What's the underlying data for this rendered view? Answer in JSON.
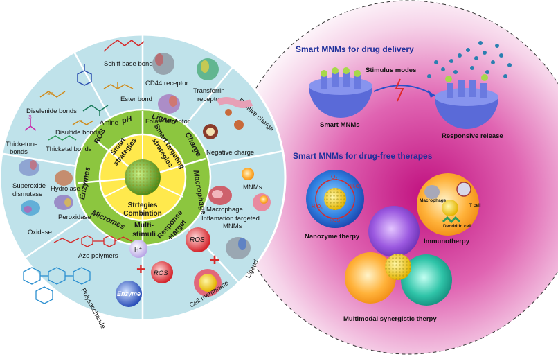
{
  "headers": {
    "drug_delivery": "Smart MNMs for drug delivery",
    "drug_free": "Smart MNMs for drug-free therapes"
  },
  "delivery": {
    "stimulus": "Stimulus modes",
    "smart_mnms": "Smart MNMs",
    "release": "Responsive release"
  },
  "therapies": {
    "nanozyme": "Nanozyme therpy",
    "immuno": "Immunotherpy",
    "multimodal": "Multimodal synergistic therpy",
    "o2": "O₂",
    "h2o2_right": "H₂O₂",
    "h2o2_left": "H₂O₂",
    "ros": "ROS",
    "macrophage": "Macrophage",
    "tcell": "T cell",
    "dendritic": "Dendritic cell"
  },
  "core": {
    "smart_strategies": [
      "Smart",
      "strategies"
    ],
    "targeting": [
      "Smart targeting",
      "strategies"
    ],
    "combination": [
      "Strtegies",
      "Combintion"
    ]
  },
  "ring": {
    "ros": "ROS",
    "ph": "pH",
    "ligand": "Ligand",
    "charge": "Charge",
    "macrophage": "Macrophage",
    "response_target": [
      "Response",
      "+target"
    ],
    "multi_stimuli": [
      "Multi-",
      "stimuli"
    ],
    "micromes": "Micromes",
    "enzymes": "Enzymes"
  },
  "outer": {
    "schiff": "Schiff base bond",
    "ester": "Ester bond",
    "amine": "Amine",
    "diselenide": "Diselenide bonds",
    "disulfide": "Disulfide bonds",
    "thioketone": [
      "Thicketone",
      "bonds"
    ],
    "thioketal": "Thicketal bonds",
    "cd44": "CD44 receptor",
    "transferrin": [
      "Transferrin",
      "receptor"
    ],
    "folate": "Folate receptor",
    "positive": "Positive charge",
    "negative": "Negative charge",
    "mnms": "MNMs",
    "macrophage": "Macrophage",
    "inflamation": [
      "Inflamation targeted",
      "MNMs"
    ],
    "superoxide": [
      "Superoxide",
      "dismutase"
    ],
    "hydrolase": "Hydrolase",
    "peroxidase": "Peroxidase",
    "oxidase": "Oxidase",
    "azo": "Azo polymers",
    "polysaccharide": "Polysaccharide",
    "hplus": "H⁺",
    "ros1": "ROS",
    "enzyme": "Enzyme",
    "ros2": "ROS",
    "ligand": "Ligand",
    "cell_membrane": "Cell membrane"
  },
  "colors": {
    "outer_ring": "#bfe2ea",
    "green_ring": "#8cc63f",
    "yellow_core": "#ffe94d",
    "magenta_bg": "#d0158a",
    "header_blue": "#1d2f9a"
  }
}
